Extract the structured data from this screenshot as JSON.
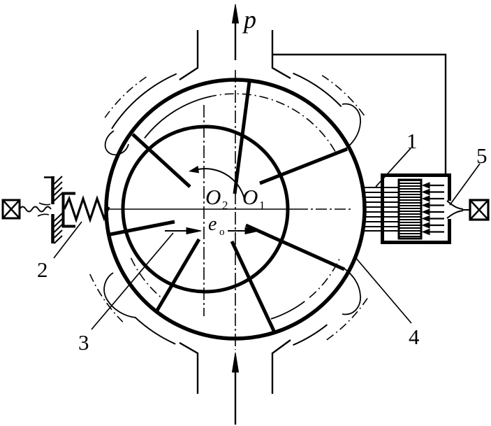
{
  "figure": {
    "type": "vane-pump-schematic",
    "colors": {
      "ink": "#000000",
      "background": "#ffffff"
    },
    "labels": {
      "pressure": "p",
      "rotor_center": {
        "base": "O",
        "sub": "2"
      },
      "stator_center": {
        "base": "O",
        "sub": "1"
      },
      "eccentricity": {
        "base": "e",
        "sub": "o"
      },
      "parts": {
        "p1": "1",
        "p2": "2",
        "p3": "3",
        "p4": "4",
        "p5": "5"
      }
    }
  }
}
